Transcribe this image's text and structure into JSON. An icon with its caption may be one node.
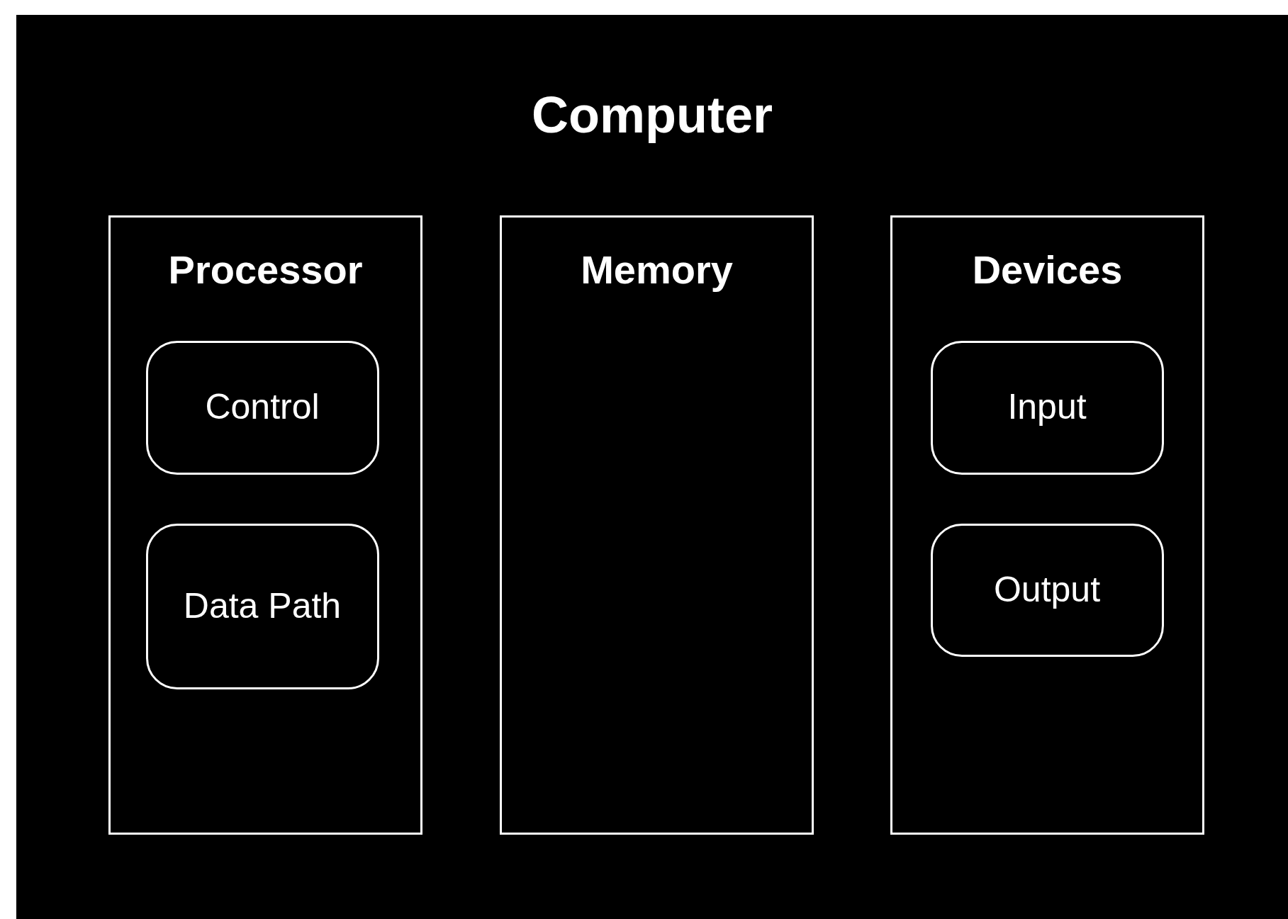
{
  "diagram": {
    "nodes": [
      {
        "text": [
          "Computer"
        ]
      },
      {
        "text": [
          "Processor"
        ],
        "in": 0
      },
      {
        "text": [
          "Control"
        ],
        "in": 1
      },
      {
        "text": [
          "Data Path"
        ],
        "in": 1
      },
      {
        "text": [
          "Memory"
        ],
        "in": 0
      },
      {
        "text": [
          "Devices"
        ],
        "in": 0
      },
      {
        "text": [
          "Input"
        ],
        "in": 5
      },
      {
        "text": [
          "Output"
        ],
        "in": 5
      }
    ]
  }
}
